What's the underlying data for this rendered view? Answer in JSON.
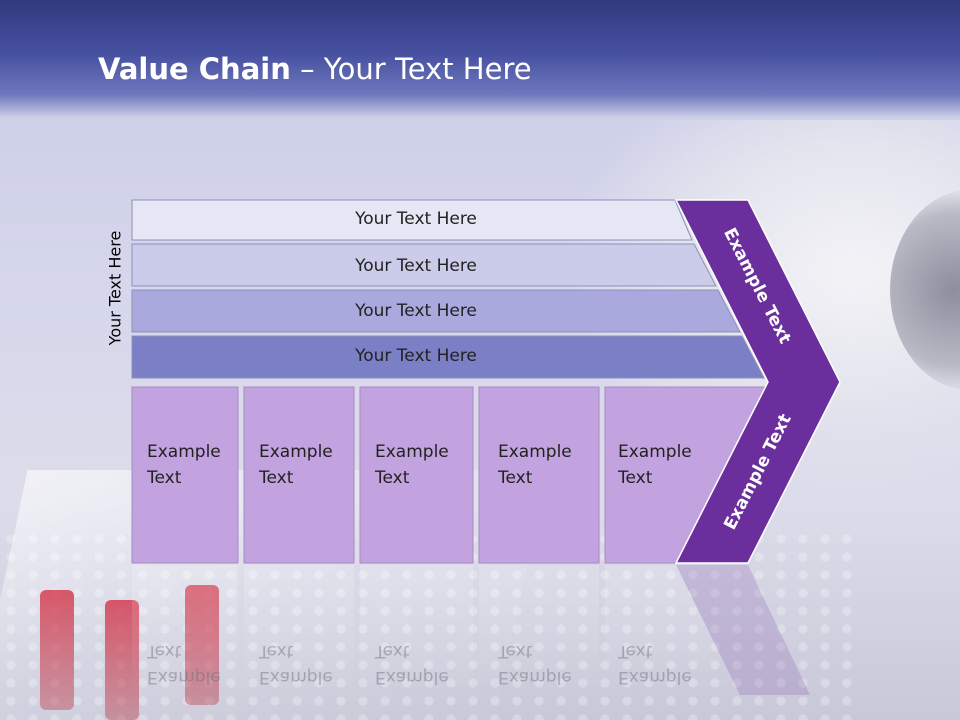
{
  "title": {
    "bold": "Value Chain",
    "rest": " – Your Text Here"
  },
  "side_label": "Your Text Here",
  "bars": [
    {
      "label": "Your Text Here",
      "fill": "#e6e7f4"
    },
    {
      "label": "Your Text Here",
      "fill": "#cbcbea"
    },
    {
      "label": "Your Text Here",
      "fill": "#a9a9de"
    },
    {
      "label": "Your Text Here",
      "fill": "#7b7fc6"
    }
  ],
  "cells": [
    {
      "line1": "Example",
      "line2": "Text"
    },
    {
      "line1": "Example",
      "line2": "Text"
    },
    {
      "line1": "Example",
      "line2": "Text"
    },
    {
      "line1": "Example",
      "line2": "Text"
    },
    {
      "line1": "Example",
      "line2": "Text"
    }
  ],
  "cell_fill": "#c3a3df",
  "chevron_fill": "#6a2f9c",
  "chevron_upper_label": "Example Text",
  "chevron_lower_label": "Example Text"
}
